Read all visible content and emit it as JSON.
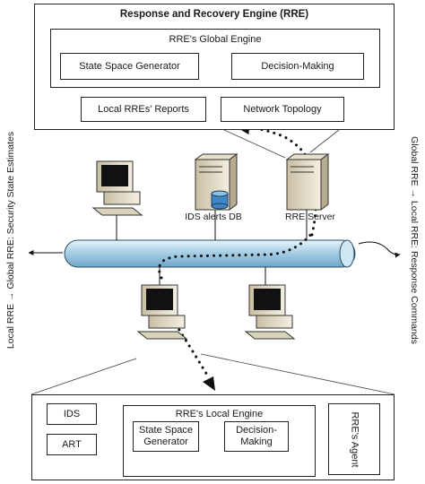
{
  "rre": {
    "title": "Response and Recovery Engine (RRE)",
    "global_engine": {
      "title": "RRE's Global Engine",
      "state_space_generator": "State Space Generator",
      "decision_making": "Decision-Making"
    },
    "local_reports": "Local RREs' Reports",
    "network_topology": "Network Topology"
  },
  "network": {
    "ids_alerts_db": "IDS alerts DB",
    "rre_server": "RRE Server"
  },
  "side_labels": {
    "left": "Local RRE → Global RRE: Security State Estimates",
    "right": "Global RRE → Local RRE: Response Commands"
  },
  "local": {
    "title": "RRE's Local Engine",
    "ids": "IDS",
    "art": "ART",
    "state_space_generator": "State Space Generator",
    "decision_making": "Decision-Making",
    "agent": "RRE's Agent"
  },
  "icons": {
    "workstation": "workstation-icon",
    "server": "server-icon",
    "database": "database-icon"
  }
}
